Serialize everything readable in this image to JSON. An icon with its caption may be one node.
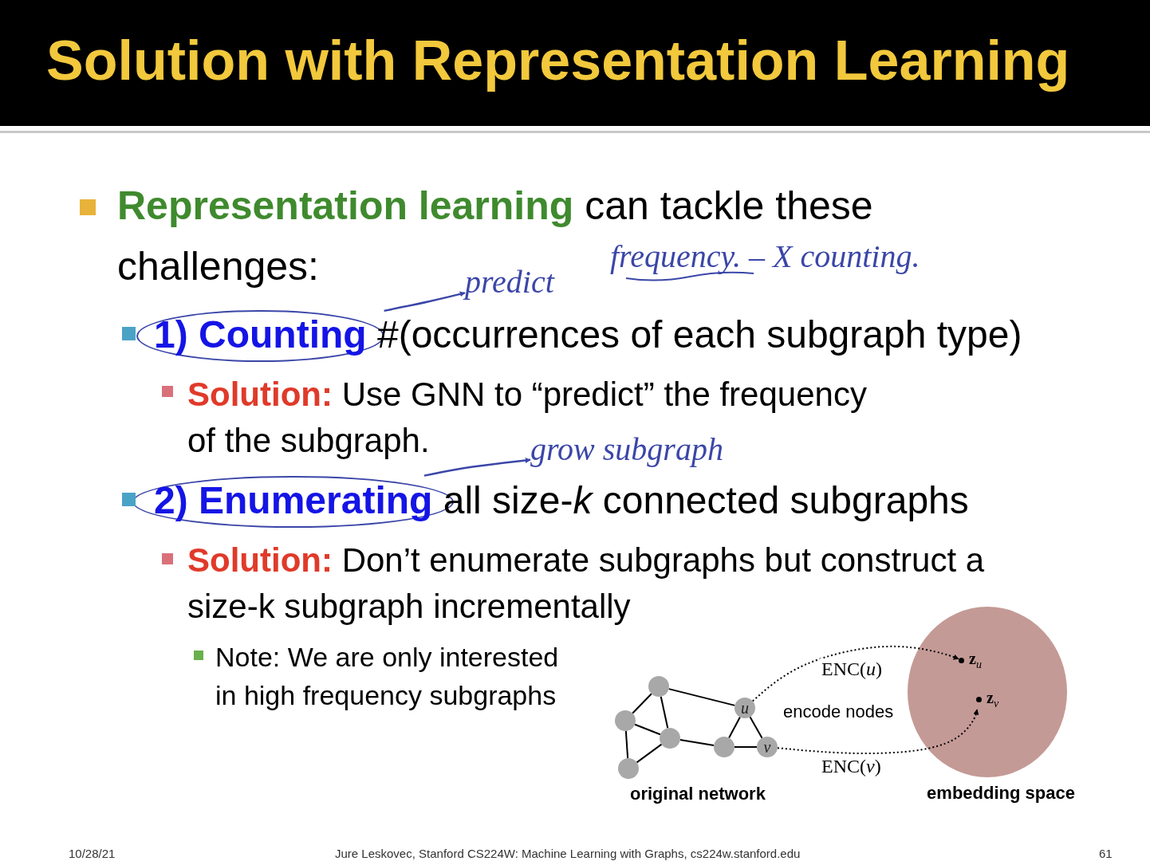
{
  "diagram": {
    "title": "Solution with Representation Learning",
    "nodes": [
      {
        "text": [
          "predict"
        ]
      },
      {
        "text": [
          "grow subgraph"
        ]
      },
      {
        "text": [],
        "shape": "circle"
      },
      {
        "text": [],
        "shape": "circle"
      },
      {
        "text": [],
        "shape": "circle"
      },
      {
        "text": [],
        "shape": "circle"
      },
      {
        "text": [],
        "shape": "circle"
      },
      {
        "text": [
          "u"
        ]
      },
      {
        "text": [
          "v"
        ]
      },
      {
        "text": [
          "embedding space"
        ]
      },
      {
        "text": [
          "**z**$_{u}$"
        ],
        "in": 9
      },
      {
        "text": [
          "**z**$_{v}$"
        ],
        "in": 9
      },
      {
        "text": [],
        "shape": "circle"
      },
      {
        "text": [],
        "shape": "circle"
      }
    ],
    "edges": [
      {
        "from": 4,
        "to": 2,
        "arrow": "none"
      },
      {
        "from": 4,
        "to": 5,
        "arrow": "none"
      },
      {
        "from": 4,
        "to": 7,
        "arrow": "none"
      },
      {
        "from": 2,
        "to": 5,
        "arrow": "none"
      },
      {
        "from": 2,
        "to": 3,
        "arrow": "none"
      },
      {
        "from": 5,
        "to": 3,
        "arrow": "none"
      },
      {
        "from": 5,
        "to": 6,
        "arrow": "none"
      },
      {
        "from": 6,
        "to": 7,
        "arrow": "none"
      },
      {
        "from": 6,
        "to": 8,
        "arrow": "none"
      },
      {
        "from": 7,
        "to": 8,
        "arrow": "none"
      },
      {
        "from": 7,
        "to": 10,
        "arrow": "to",
        "label": "ENC(*u*)",
        "style": "dashed"
      },
      {
        "from": 8,
        "to": 11,
        "arrow": "to",
        "label": "ENC(*v*)",
        "style": "dashed"
      },
      {
        "from": 12,
        "to": 0,
        "arrow": "to",
        "color": "#3b46a8"
      },
      {
        "from": 13,
        "to": 1,
        "arrow": "to",
        "color": "#3b46a8"
      }
    ],
    "labels": [
      "Representation learning",
      "can tackle these challenges:",
      "frequency. – X counting.",
      "1) Counting",
      "#(occurrences of each subgraph type)",
      "Solution:",
      "Use GNN to “predict” the frequency of the subgraph.",
      "2) Enumerating",
      "all size-*k* connected subgraphs",
      "Solution:",
      "Don’t enumerate subgraphs but construct a size-k subgraph incrementally",
      "Note: We are only interested in high frequency subgraphs",
      "encode nodes",
      "original network",
      "10/28/21",
      "Jure Leskovec, Stanford CS224W: Machine Learning with Graphs, cs224w.stanford.edu",
      "61"
    ]
  }
}
